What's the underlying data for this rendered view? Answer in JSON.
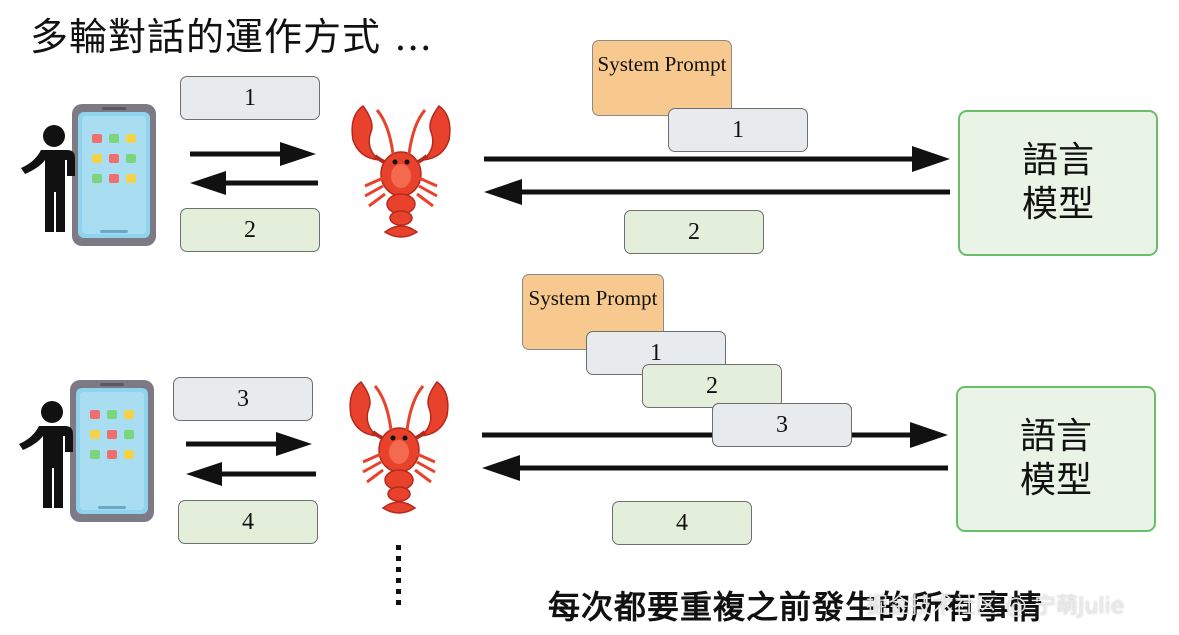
{
  "title": "多輪對話的運作方式 …",
  "top": {
    "user_to_agent": "1",
    "agent_to_user": "2",
    "system_prompt": "System Prompt",
    "to_model": "1",
    "from_model": "2",
    "model": [
      "語言",
      "模型"
    ]
  },
  "bottom": {
    "user_to_agent": "3",
    "agent_to_user": "4",
    "system_prompt": "System Prompt",
    "to_model": [
      "1",
      "2",
      "3"
    ],
    "from_model": "4",
    "model": [
      "語言",
      "模型"
    ]
  },
  "footer_text": "每次都要重複之前發生的所有事情",
  "watermark": "掘金技术社区 @ 宁萌Julie",
  "colors": {
    "prompt": "#f8c98e",
    "gray_box": "#e8ebee",
    "green_box": "#e3eedb",
    "model_border": "#6bbd6b",
    "model_fill": "#eaf4e6",
    "lobster": "#e8412c"
  },
  "icons": [
    "person-icon",
    "phone-icon",
    "lobster-icon",
    "arrow-right-icon",
    "arrow-left-icon"
  ]
}
